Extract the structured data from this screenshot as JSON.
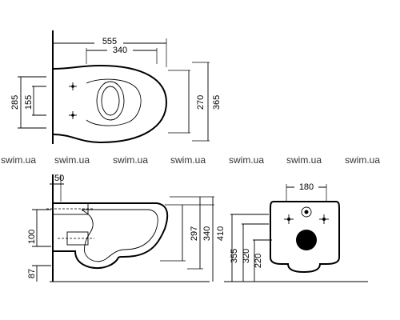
{
  "top_view": {
    "width_overall": "555",
    "width_seat": "340",
    "height_left": "285",
    "height_left_inner": "155",
    "depth_inner": "270",
    "depth_outer": "365"
  },
  "side_view": {
    "inlet_offset": "50",
    "inlet_height": "100",
    "outlet_height": "87",
    "depth_a": "297",
    "depth_b": "340",
    "depth_c": "410"
  },
  "front_view": {
    "width_top": "180",
    "h_outer": "355",
    "h_mid": "320",
    "h_inner": "220"
  },
  "watermarks": [
    "swim.ua",
    "swim.ua",
    "swim.ua",
    "swim.ua",
    "swim.ua",
    "swim.ua",
    "swim.ua"
  ]
}
